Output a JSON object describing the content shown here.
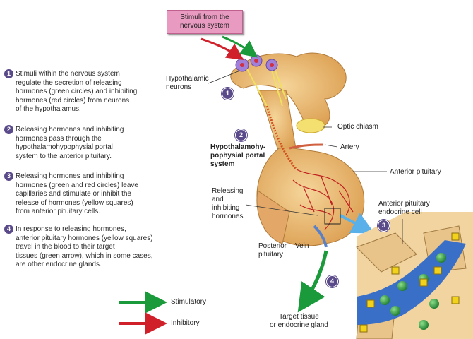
{
  "stimuli_box": {
    "line1": "Stimuli from the",
    "line2": "nervous system"
  },
  "steps": [
    {
      "number": "1",
      "lines": [
        "Stimuli within the nervous system",
        "regulate the secretion of releasing",
        "hormones (green circles) and inhibiting",
        "hormones (red circles) from neurons",
        "of the hypothalamus."
      ]
    },
    {
      "number": "2",
      "lines": [
        "Releasing hormones and inhibiting",
        "hormones pass through the",
        "hypothalamohypophysial portal",
        "system to the anterior pituitary."
      ]
    },
    {
      "number": "3",
      "lines": [
        "Releasing hormones and inhibiting",
        "hormones (green and red circles) leave",
        "capillaries and stimulate or inhibit the",
        "release of hormones (yellow squares)",
        "from anterior pituitary cells."
      ]
    },
    {
      "number": "4",
      "lines": [
        "In response to releasing hormones,",
        "anterior pituitary hormones (yellow squares)",
        "travel in the blood to their target",
        "tissues (green arrow), which in some cases,",
        "are other endocrine glands."
      ]
    }
  ],
  "labels": {
    "hypothalamic_neurons": [
      "Hypothalamic",
      "neurons"
    ],
    "optic_chiasm": "Optic chiasm",
    "artery": "Artery",
    "portal_system": [
      "Hypothalamohy-",
      "pophysial portal",
      "system"
    ],
    "anterior_pituitary": "Anterior pituitary",
    "releasing_inhibiting": [
      "Releasing",
      "and",
      "inhibiting",
      "hormones"
    ],
    "anterior_pituitary_cell": [
      "Anterior pituitary",
      "endocrine cell"
    ],
    "posterior_pituitary": [
      "Posterior",
      "pituitary"
    ],
    "vein": "Vein",
    "target_tissue": [
      "Target tissue",
      "or endocrine gland"
    ]
  },
  "badges": [
    "1",
    "2",
    "3",
    "4"
  ],
  "legend": [
    {
      "label": "Stimulatory",
      "color": "#1a9a3a"
    },
    {
      "label": "Inhibitory",
      "color": "#d0202a"
    }
  ],
  "colors": {
    "badge": "#5a4a8a",
    "stimuli_box": "#e89ac0",
    "green_arrow": "#1a9a3a",
    "red_arrow": "#d0202a",
    "tissue": "#e8b468",
    "blood": "#3a6fc8",
    "hormone_square": "#f2d21a",
    "hormone_circle": "#2aa04a"
  }
}
